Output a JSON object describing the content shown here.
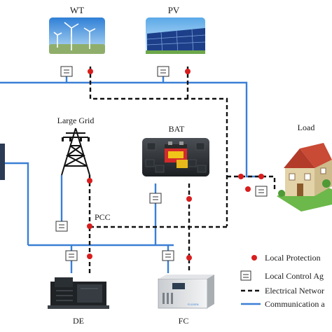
{
  "labels": {
    "wt": "WT",
    "pv": "PV",
    "large_grid": "Large Grid",
    "bat": "BAT",
    "load": "Load",
    "pcc": "PCC",
    "de": "DE",
    "fc": "FC",
    "fc_brand": "FLXXEN"
  },
  "legend": {
    "local_protection": "Local Protection",
    "local_control": "Local Control Ag",
    "electrical_network": "Electrical Networ",
    "communication": "Communication a"
  },
  "colors": {
    "communication_line": "#3a7fd5",
    "electrical_line": "#111111",
    "protection_dot": "#d81e1e",
    "agent_box_fill": "#ffffff",
    "agent_box_stroke": "#333333"
  }
}
